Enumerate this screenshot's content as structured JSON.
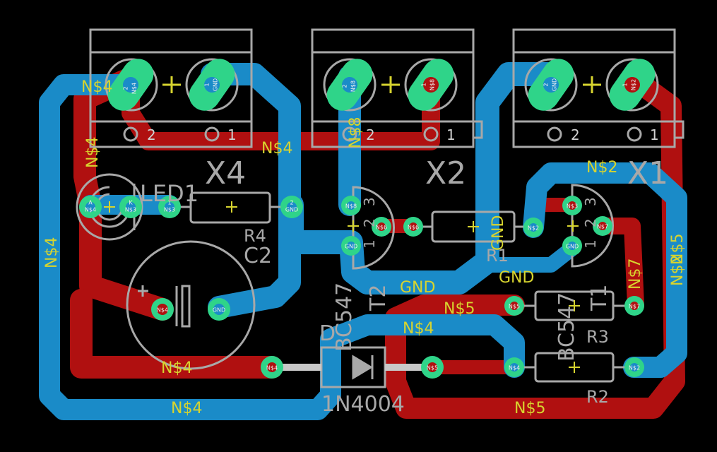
{
  "colors": {
    "background": "#000000",
    "bottom_copper": "#1a8bc8",
    "top_copper": "#b01010",
    "pad": "#2fd489",
    "silkscreen": "#a8a8a8",
    "net_label": "#d7d42f"
  },
  "components": {
    "x4": "X4",
    "x2": "X2",
    "x1": "X1",
    "led1": "LED1",
    "r4": "R4",
    "c2": "C2",
    "d": "D",
    "d_value": "1N4004",
    "t2": "T2",
    "t2_value": "BC547",
    "t1": "T1",
    "t1_value": "BC547",
    "r1": "R1",
    "r3": "R3",
    "r2": "R2"
  },
  "pin_numbers": {
    "two": "2",
    "one": "1"
  },
  "net_labels": {
    "n4_x4": "N$4",
    "n4_left_v": "N$4",
    "n4_left_long": "N$4",
    "n4_x4_bottom": "N$4",
    "n8_x2": "N$8",
    "gnd_x2": "GND",
    "gnd_t2": "GND",
    "gnd_r1": "GND",
    "n2_x1": "N$2",
    "n5_mid": "N$5",
    "n4_mid": "N$4",
    "n4_bottom_red": "N$4",
    "n4_bottom_blue": "N$4",
    "n7": "N$7",
    "n2_right": "N$2",
    "n5_right": "N$5",
    "n5_bottom": "N$5"
  },
  "pads": {
    "x4_2": "N$4",
    "x4_2n": "2",
    "x4_1": "GND",
    "x4_1n": "1",
    "x2_2": "N$8",
    "x2_2n": "2",
    "x2_1": "N$8",
    "x2_1n": "1",
    "x1_2": "GND",
    "x1_2n": "2",
    "x1_1": "N$2",
    "x1_1n": "1",
    "led_a": "N$4",
    "led_a_t": "A",
    "led_k": "N$3",
    "led_k_t": "K",
    "r4_1": "N$3",
    "r4_1t": "1",
    "r4_2": "GND",
    "r4_2t": "2",
    "c2_p": "N$4",
    "c2_n": "GND",
    "t2_c": "N$8",
    "t2_b": "N$6",
    "t2_e": "GND",
    "r1_1": "N$6",
    "r1_2": "N$2",
    "t1_c": "N$3",
    "t1_b": "N$7",
    "t1_e": "GND",
    "r3_1": "N$5",
    "r3_2": "N$7",
    "d_a": "N$4",
    "d_k": "N$5",
    "r2_1": "N$4",
    "r2_2": "N$2",
    "t_pin3": "3",
    "t_pin2": "2",
    "t_pin1": "1"
  }
}
